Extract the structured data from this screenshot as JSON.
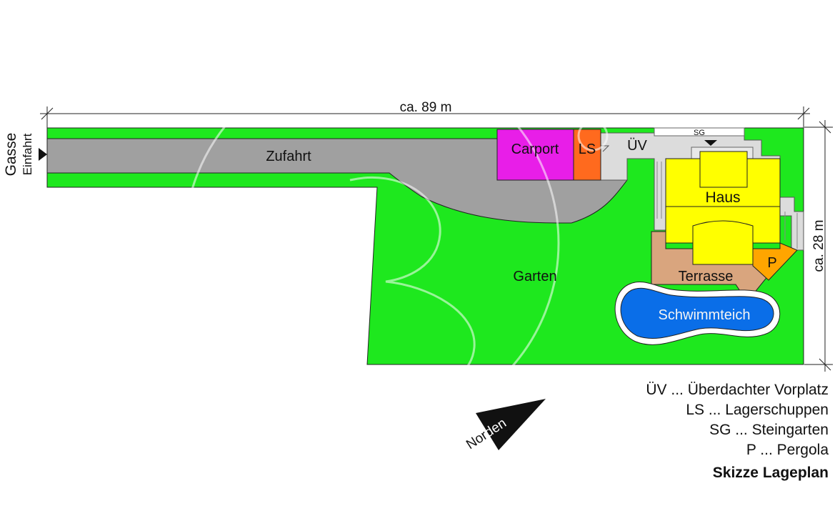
{
  "dimensions": {
    "width_label": "ca. 89 m",
    "height_label": "ca. 28 m"
  },
  "entrance": {
    "gasse": "Gasse",
    "einfahrt": "Einfahrt"
  },
  "areas": {
    "zufahrt": "Zufahrt",
    "carport": "Carport",
    "lagerschuppen": "LS",
    "vorplatz": "ÜV",
    "steingarten": "SG",
    "haus": "Haus",
    "pergola": "P",
    "terrasse": "Terrasse",
    "garten": "Garten",
    "schwimmteich": "Schwimmteich"
  },
  "north": "Norden",
  "legend": {
    "items": [
      "ÜV ... Überdachter Vorplatz",
      "LS ... Lagerschuppen",
      "SG ... Steingarten",
      "P ... Pergola"
    ],
    "title": "Skizze Lageplan"
  },
  "colors": {
    "garden": "#1ee81e",
    "driveway": "#a0a0a0",
    "carport": "#e81ee8",
    "shed": "#ff6a1e",
    "house": "#ffff00",
    "terrace": "#d9a57e",
    "pergola": "#ffa500",
    "pond": "#0a6ee8",
    "paved": "#dcdcdc"
  }
}
